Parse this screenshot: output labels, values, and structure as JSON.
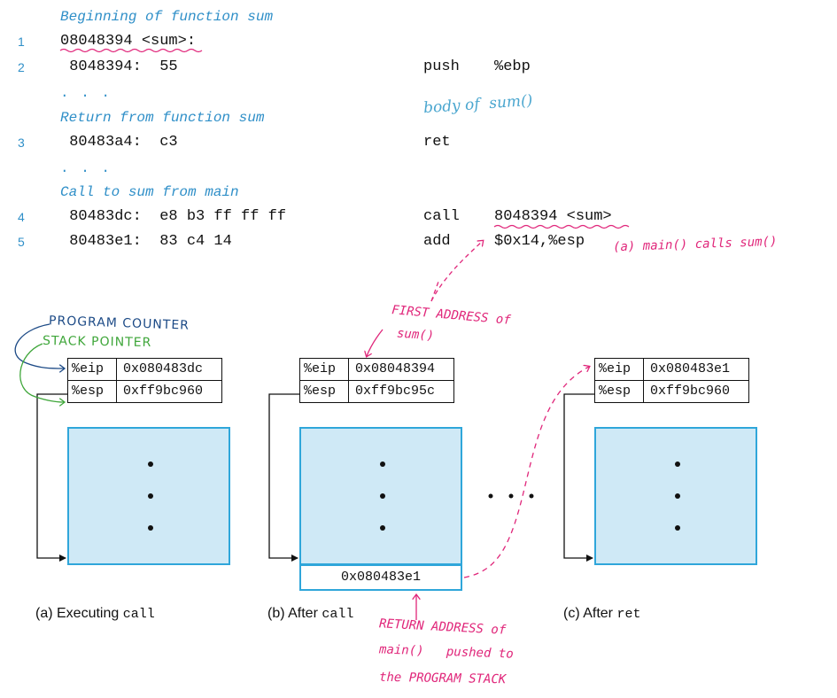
{
  "code": {
    "comment_begin": "Beginning of function sum",
    "comment_return": "Return from function sum",
    "comment_call": "Call to sum from main",
    "ellipsis": ". . .",
    "lines": [
      {
        "num": "1",
        "text": "08048394 <sum>:",
        "instr": "",
        "operand": ""
      },
      {
        "num": "2",
        "text": " 8048394:  55",
        "instr": "push",
        "operand": "%ebp"
      },
      {
        "num": "3",
        "text": " 80483a4:  c3",
        "instr": "ret",
        "operand": ""
      },
      {
        "num": "4",
        "text": " 80483dc:  e8 b3 ff ff ff",
        "instr": "call",
        "operand": "8048394 <sum>"
      },
      {
        "num": "5",
        "text": " 80483e1:  83 c4 14",
        "instr": "add",
        "operand": "$0x14,%esp"
      }
    ]
  },
  "annotations": {
    "body_of_sum": "body of  sum()",
    "main_calls_sum": "(a) main() calls sum()",
    "first_address": "FIRST ADDRESS of",
    "first_address_2": "sum()",
    "program_counter": "PROGRAM COUNTER",
    "stack_pointer": "STACK POINTER",
    "return_addr_1": "RETURN ADDRESS of",
    "return_addr_2": "main()   pushed to",
    "return_addr_3": "the PROGRAM STACK"
  },
  "panels": [
    {
      "caption_prefix": "(a) Executing ",
      "caption_code": "call",
      "eip_name": "%eip",
      "eip": "0x080483dc",
      "esp_name": "%esp",
      "esp": "0xff9bc960"
    },
    {
      "caption_prefix": "(b) After ",
      "caption_code": "call",
      "eip_name": "%eip",
      "eip": "0x08048394",
      "esp_name": "%esp",
      "esp": "0xff9bc95c",
      "pushed": "0x080483e1"
    },
    {
      "caption_prefix": "(c) After ",
      "caption_code": "ret",
      "eip_name": "%eip",
      "eip": "0x080483e1",
      "esp_name": "%esp",
      "esp": "0xff9bc960"
    }
  ],
  "colors": {
    "blue_comment": "#2f8fc8",
    "pink_hand": "#e0267a",
    "stack_fill": "#cfe9f6",
    "stack_border": "#2fa6da",
    "navy_hand": "#1c4a86",
    "green_hand": "#3fa63a"
  }
}
